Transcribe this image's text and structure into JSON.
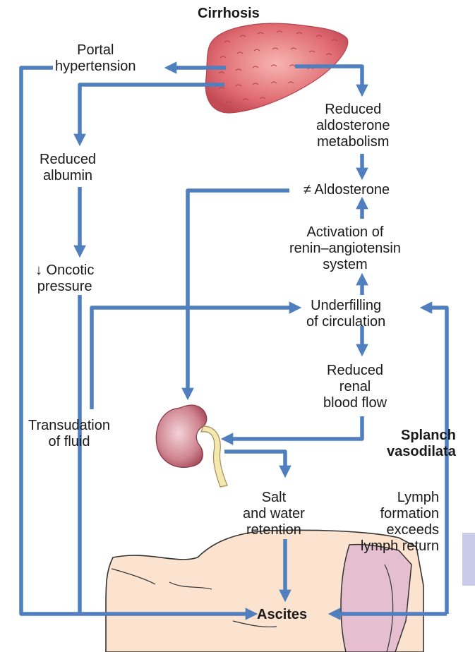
{
  "diagram": {
    "title": "Cirrhosis",
    "nodes": {
      "portal_hypertension": [
        "Portal",
        "hypertension"
      ],
      "reduced_aldosterone_metabolism": [
        "Reduced",
        "aldosterone",
        "metabolism"
      ],
      "reduced_albumin": [
        "Reduced",
        "albumin"
      ],
      "aldosterone": "≠ Aldosterone",
      "activation_ras": [
        "Activation of",
        "renin–angiotensin",
        "system"
      ],
      "oncotic_pressure": [
        "↓ Oncotic",
        "pressure"
      ],
      "underfilling": [
        "Underfilling",
        "of circulation"
      ],
      "reduced_renal_blood_flow": [
        "Reduced",
        "renal",
        "blood flow"
      ],
      "transudation": [
        "Transudation",
        "of fluid"
      ],
      "splanchnic": [
        "Splanch",
        "vasodilata"
      ],
      "salt_water_retention": [
        "Salt",
        "and water",
        "retention"
      ],
      "lymph": [
        "Lymph",
        "formation",
        "exceeds",
        "lymph return"
      ],
      "ascites": "Ascites"
    },
    "colors": {
      "arrow": "#4f7fbf",
      "liver": "#d9606a",
      "kidney": "#c46a78",
      "skin": "#fbe3cf",
      "cloth": "#d8b0c4",
      "band": "#c9cbe8"
    }
  }
}
